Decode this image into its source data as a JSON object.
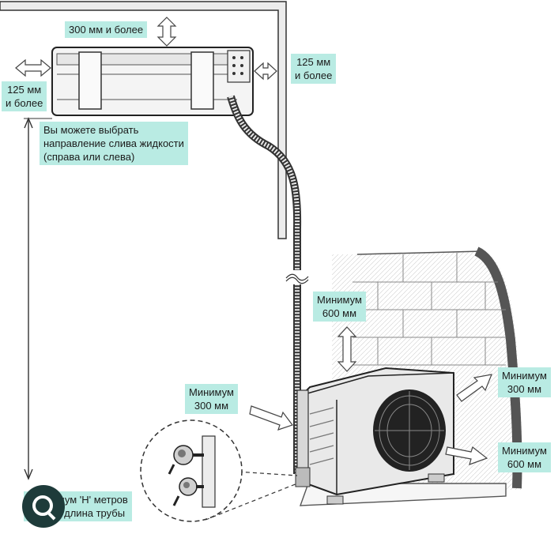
{
  "labels": {
    "top_clearance": "300 мм и более",
    "right_clearance": [
      "125 мм",
      "и более"
    ],
    "left_clearance": [
      "125 мм",
      "и более"
    ],
    "drain_note": [
      "Вы можете выбрать",
      "направление слива жидкости",
      "(справа или слева)"
    ],
    "outdoor_top": [
      "Минимум",
      "600 мм"
    ],
    "outdoor_left": [
      "Минимум",
      "300 мм"
    ],
    "outdoor_right_top": [
      "Минимум",
      "300 мм"
    ],
    "outdoor_right_bottom": [
      "Минимум",
      "600 мм"
    ],
    "pipe_length": [
      "Максимум 'H' метров",
      "Общая длина трубы"
    ]
  },
  "colors": {
    "label_fill": "#b9ebe3",
    "wall": "#6b6b6b",
    "line": "#222222"
  },
  "icons": [
    "lens-search-icon"
  ]
}
